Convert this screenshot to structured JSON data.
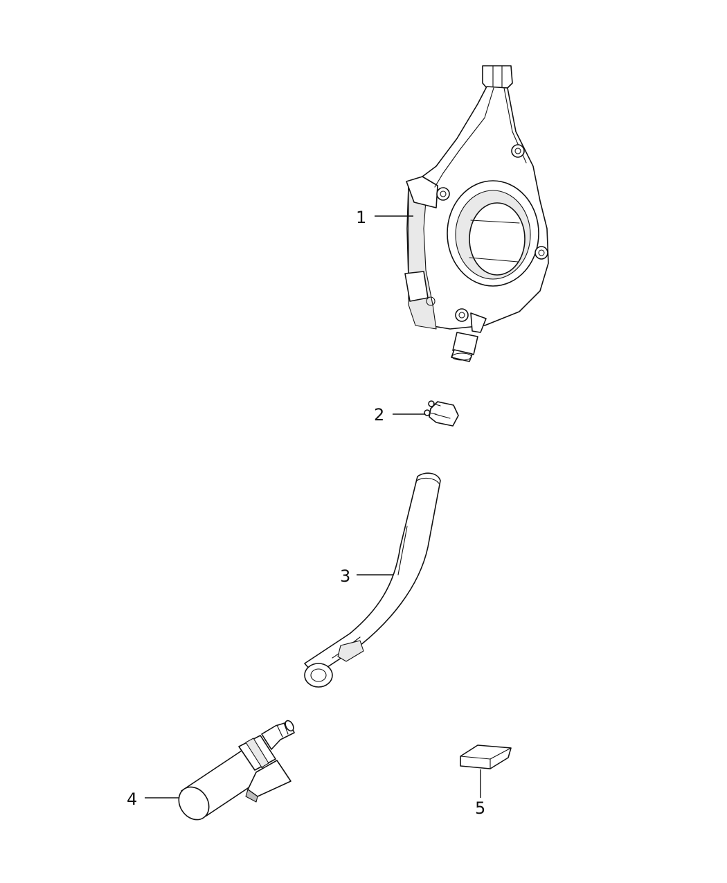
{
  "callouts": [
    {
      "id": "1",
      "label": "1"
    },
    {
      "id": "2",
      "label": "2"
    },
    {
      "id": "3",
      "label": "3"
    },
    {
      "id": "4",
      "label": "4"
    },
    {
      "id": "5",
      "label": "5"
    }
  ],
  "icons": {
    "part1": "pump-housing-icon",
    "part2": "hose-clamp-icon",
    "part3": "hose-icon",
    "part4": "sensor-icon",
    "part5": "pad-icon"
  }
}
